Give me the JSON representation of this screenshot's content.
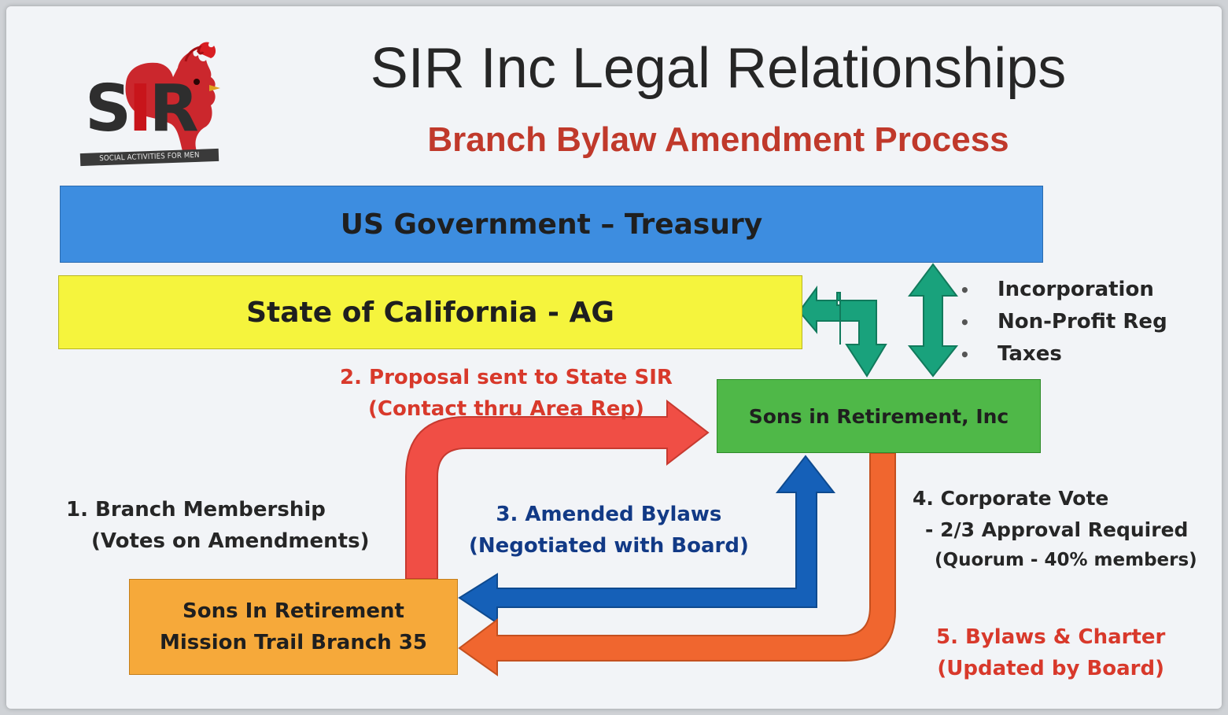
{
  "logo": {
    "text_s": "S",
    "text_i": "I",
    "text_r": "R",
    "tagline": "SOCIAL ACTIVITIES FOR MEN"
  },
  "title": "SIR Inc Legal Relationships",
  "subtitle": "Branch Bylaw Amendment Process",
  "levels": {
    "treasury": "US Government – Treasury",
    "state": "State of California - AG",
    "inc": "Sons in Retirement, Inc",
    "branch_line1": "Sons In Retirement",
    "branch_line2": "Mission Trail Branch 35"
  },
  "inc_relations": [
    "Incorporation",
    "Non-Profit Reg",
    "Taxes"
  ],
  "steps": {
    "s1_line1": "1. Branch Membership",
    "s1_line2": "(Votes on Amendments)",
    "s2_line1": "2.  Proposal sent to State SIR",
    "s2_line2": "(Contact thru Area Rep)",
    "s3_line1": "3. Amended Bylaws",
    "s3_line2": "(Negotiated with Board)",
    "s4_line1": "4. Corporate Vote",
    "s4_line2": "- 2/3 Approval Required",
    "s4_line3": "(Quorum - 40% members)",
    "s5_line1": "5. Bylaws & Charter",
    "s5_line2": "(Updated by Board)"
  },
  "colors": {
    "treasury": "#3d8de0",
    "state": "#f5f43d",
    "inc": "#4fb848",
    "branch": "#f6a93a",
    "arrow_red": "#f04e45",
    "arrow_blue": "#1560b8",
    "arrow_orange": "#f0662f",
    "arrow_teal": "#19a27c",
    "title_red": "#c0392b"
  }
}
